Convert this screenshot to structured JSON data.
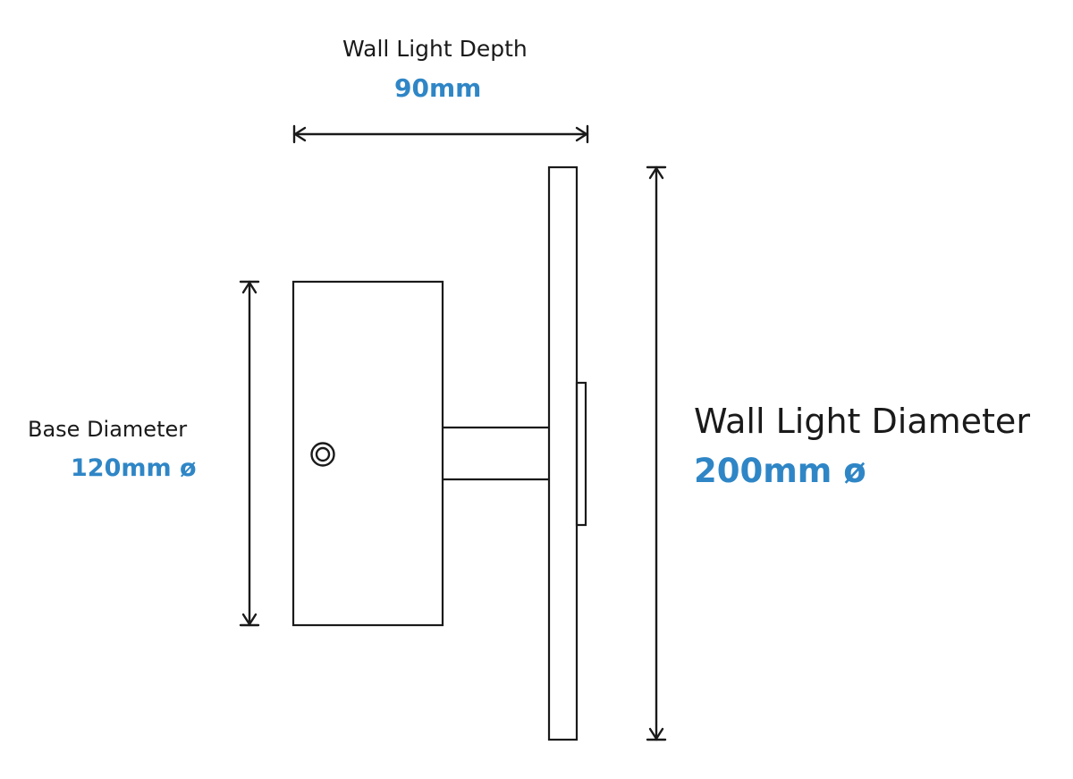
{
  "labels": {
    "depth_title": "Wall Light Depth",
    "depth_value": "90mm",
    "base_title": "Base Diameter",
    "base_value": "120mm ø",
    "wall_title": "Wall Light Diameter",
    "wall_value": "200mm ø"
  },
  "colors": {
    "accent": "#2f86c6",
    "line": "#1a1a1a",
    "background": "#ffffff"
  }
}
